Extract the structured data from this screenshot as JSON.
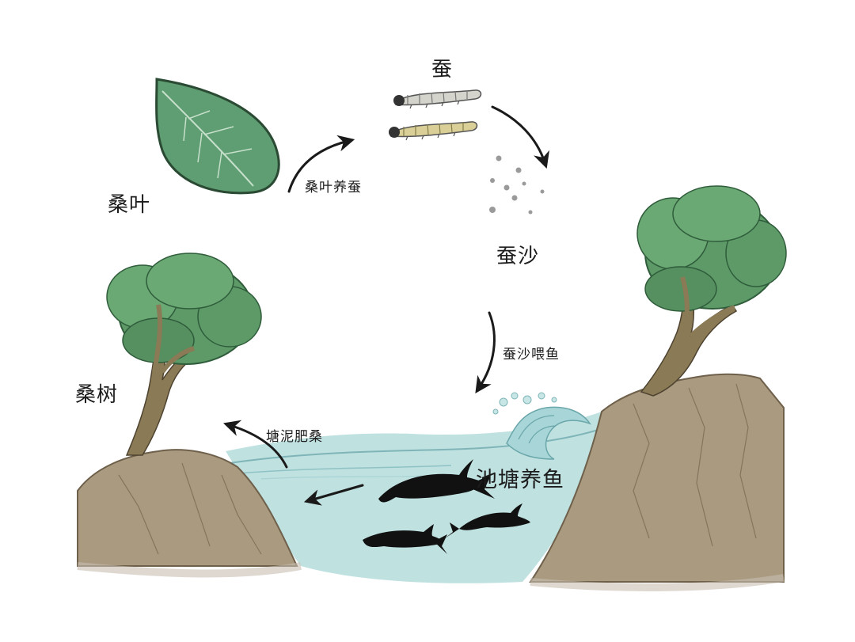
{
  "labels": {
    "mulberry_leaf": "桑叶",
    "silkworm": "蚕",
    "silkworm_droppings": "蚕沙",
    "mulberry_tree": "桑树",
    "fish_pond": "池塘养鱼"
  },
  "arrows": {
    "leaf_to_silkworm": "桑叶养蚕",
    "droppings_to_fish": "蚕沙喂鱼",
    "mud_to_mulberry": "塘泥肥桑"
  },
  "colors": {
    "leaf": "#5f9d72",
    "tree_canopy": "#5d9a68",
    "trunk": "#8a7a55",
    "rock": "#a99a80",
    "water": "#bfe1e0",
    "fish": "#111111",
    "arrow": "#1a1a1a",
    "droppings": "#9a9a9a"
  },
  "icons": [
    "leaf-icon",
    "silkworm-icon",
    "droppings-icon",
    "tree-icon",
    "fish-icon",
    "wave-icon",
    "cycle-arrow-icon"
  ]
}
